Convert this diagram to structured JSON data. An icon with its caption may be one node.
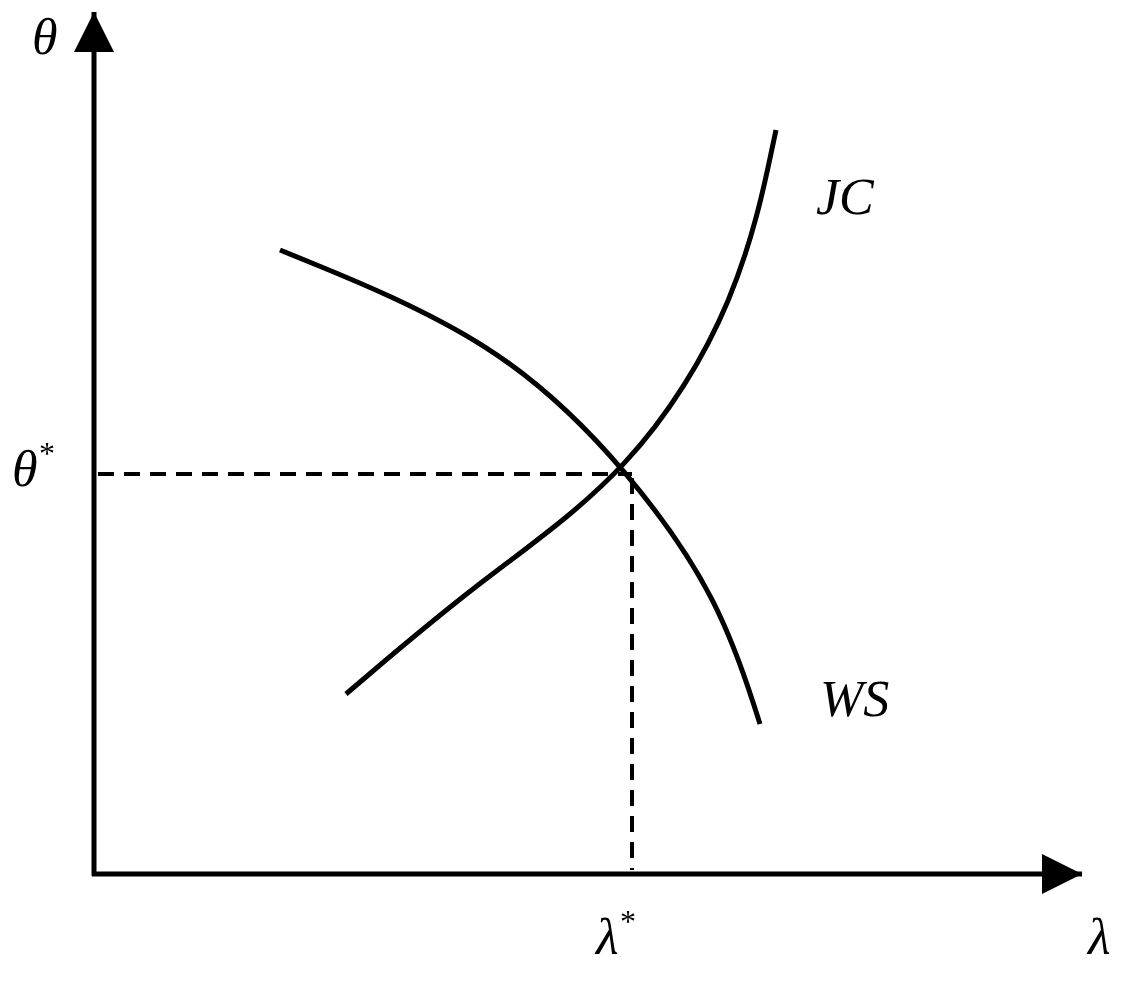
{
  "diagram": {
    "labels": [
      "θ",
      "JC",
      "θ$^{*}$",
      "WS",
      "λ$^{*}$",
      "λ"
    ]
  }
}
